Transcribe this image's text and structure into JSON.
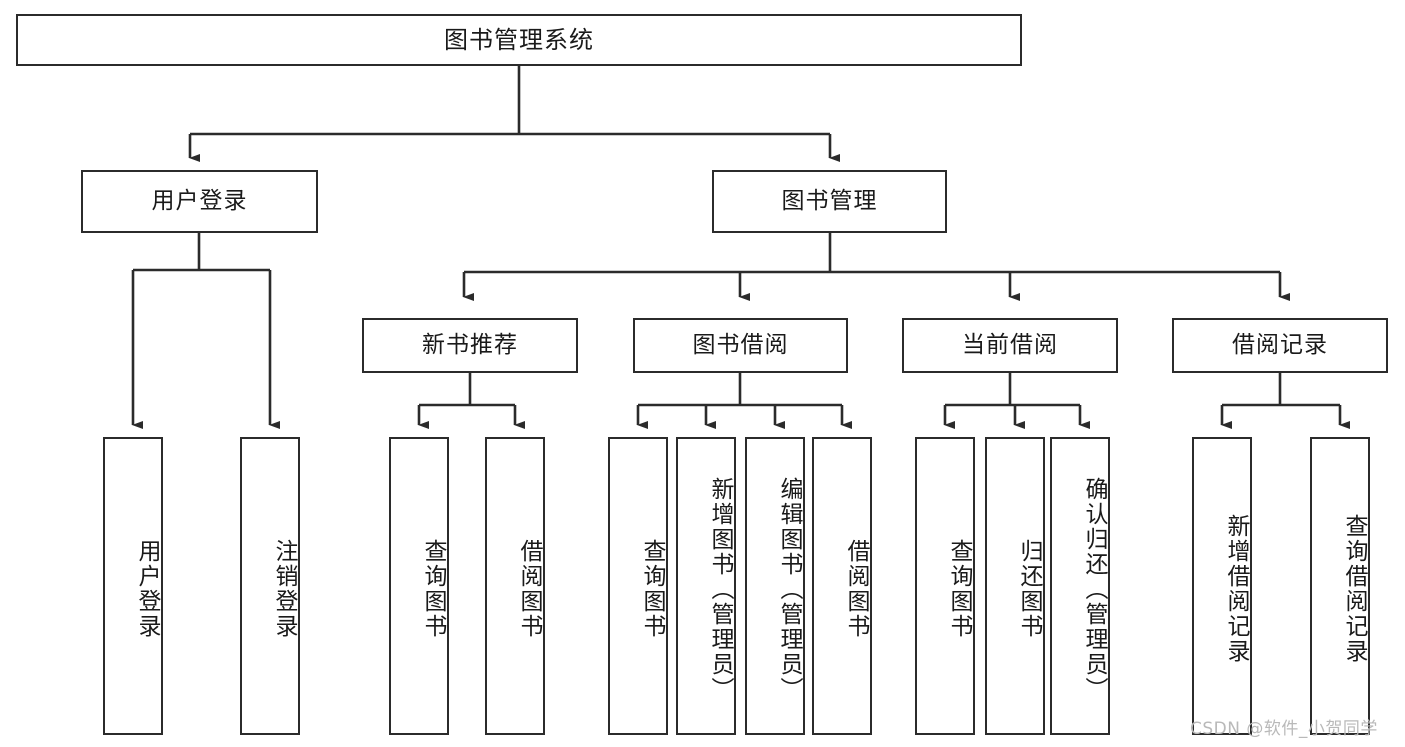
{
  "diagram": {
    "title": "图书管理系统",
    "type": "hierarchy-tree",
    "levels": 4,
    "colors": {
      "box_border": "#2b2b2b",
      "box_fill": "#ffffff",
      "line": "#2b2b2b",
      "text": "#1a1a1a",
      "watermark": "#b9b9b9",
      "background": "#ffffff"
    },
    "root": {
      "label": "图书管理系统"
    },
    "level2": [
      {
        "label": "用户登录"
      },
      {
        "label": "图书管理"
      }
    ],
    "level3": [
      {
        "label": "新书推荐"
      },
      {
        "label": "图书借阅"
      },
      {
        "label": "当前借阅"
      },
      {
        "label": "借阅记录"
      }
    ],
    "leaves": {
      "user_login": [
        {
          "label": "用户登录"
        },
        {
          "label": "注销登录"
        }
      ],
      "new_book_recommend": [
        {
          "label": "查询图书"
        },
        {
          "label": "借阅图书"
        }
      ],
      "book_borrow": [
        {
          "label": "查询图书"
        },
        {
          "label": "新增图书（管理员）"
        },
        {
          "label": "编辑图书（管理员）"
        },
        {
          "label": "借阅图书"
        }
      ],
      "current_borrow": [
        {
          "label": "查询图书"
        },
        {
          "label": "归还图书"
        },
        {
          "label": "确认归还（管理员）"
        }
      ],
      "borrow_record": [
        {
          "label": "新增借阅记录"
        },
        {
          "label": "查询借阅记录"
        }
      ]
    }
  },
  "watermark": {
    "text": "CSDN @软件_小贺同学"
  }
}
